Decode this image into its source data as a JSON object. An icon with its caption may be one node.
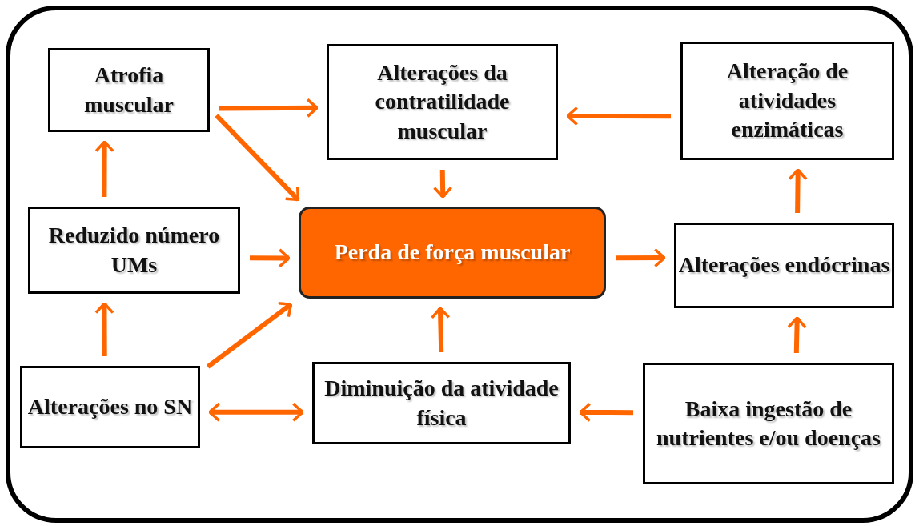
{
  "diagram": {
    "nodes": [
      {
        "text": [
          "Atrofia muscular"
        ]
      },
      {
        "text": [
          "Alterações da contratilidade muscular"
        ]
      },
      {
        "text": [
          "Alteração de atividades enzimáticas"
        ]
      },
      {
        "text": [
          "Reduzido número UMs"
        ]
      },
      {
        "text": [
          "Perda de força muscular"
        ]
      },
      {
        "text": [
          "Alterações endócrinas"
        ]
      },
      {
        "text": [
          "Alterações no SN"
        ]
      },
      {
        "text": [
          "Diminuição da atividade física"
        ]
      },
      {
        "text": [
          "Baixa ingestão de nutrientes e/ou doenças"
        ]
      }
    ],
    "edges": [
      {
        "from": 0,
        "to": 1,
        "arrow": "to"
      },
      {
        "from": 0,
        "to": 4,
        "arrow": "to"
      },
      {
        "from": 1,
        "to": 4,
        "arrow": "to"
      },
      {
        "from": 2,
        "to": 1,
        "arrow": "to"
      },
      {
        "from": 3,
        "to": 0,
        "arrow": "to"
      },
      {
        "from": 3,
        "to": 4,
        "arrow": "to"
      },
      {
        "from": 6,
        "to": 3,
        "arrow": "to"
      },
      {
        "from": 6,
        "to": 4,
        "arrow": "to"
      },
      {
        "from": 6,
        "to": 7,
        "arrow": "both"
      },
      {
        "from": 7,
        "to": 4,
        "arrow": "to"
      },
      {
        "from": 8,
        "to": 7,
        "arrow": "to"
      },
      {
        "from": 8,
        "to": 5,
        "arrow": "to"
      },
      {
        "from": 5,
        "to": 2,
        "arrow": "to"
      },
      {
        "from": 4,
        "to": 5,
        "arrow": "to"
      }
    ]
  }
}
